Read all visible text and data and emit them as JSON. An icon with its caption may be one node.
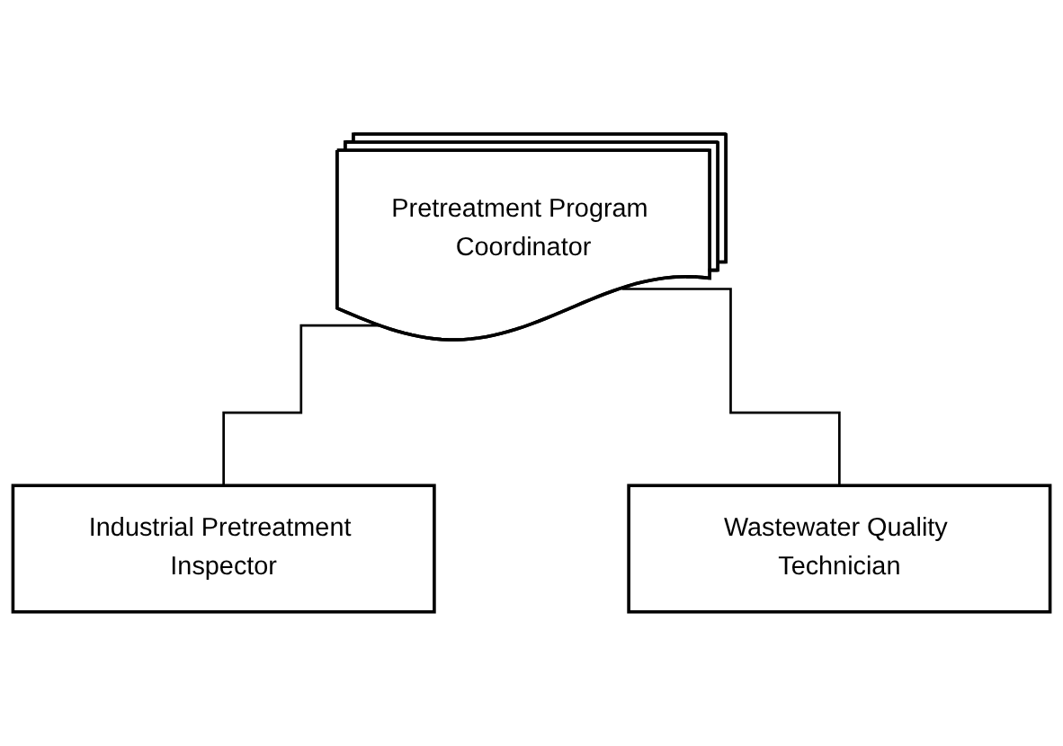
{
  "diagram": {
    "nodes": [
      {
        "text": [
          "Pretreatment Program Coordinator"
        ]
      },
      {
        "text": [
          "Industrial Pretreatment Inspector"
        ]
      },
      {
        "text": [
          "Wastewater Quality Technician"
        ]
      }
    ],
    "edges": [
      {
        "from": 0,
        "to": 1,
        "arrow": "none"
      },
      {
        "from": 0,
        "to": 2,
        "arrow": "none"
      }
    ]
  }
}
